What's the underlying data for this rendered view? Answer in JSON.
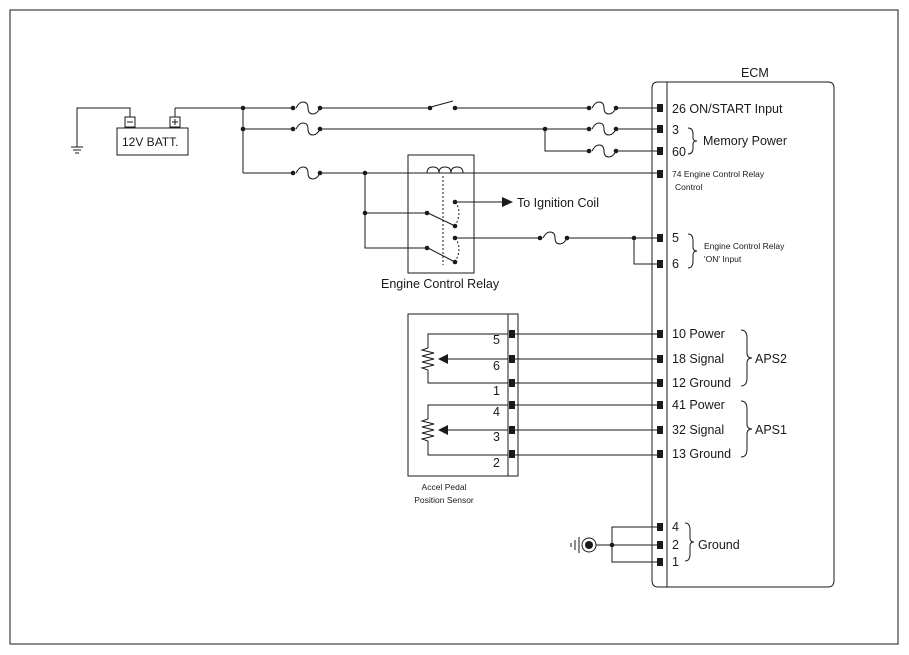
{
  "ecm": {
    "title": "ECM"
  },
  "battery": {
    "label": "12V BATT.",
    "neg": "−",
    "pos": "+"
  },
  "relay": {
    "label": "Engine Control Relay",
    "ignition": "To Ignition Coil"
  },
  "sensor": {
    "label_line1": "Accel Pedal",
    "label_line2": "Position Sensor",
    "pins": [
      "5",
      "6",
      "1",
      "4",
      "3",
      "2"
    ]
  },
  "pins": {
    "p26": "26 ON/START Input",
    "p3": "3",
    "p60": "60",
    "memory": "Memory Power",
    "p74_line1": "74 Engine Control Relay",
    "p74_line2": "Control",
    "p5": "5",
    "p6": "6",
    "on_line1": "Engine Control Relay",
    "on_line2": "'ON' Input",
    "p10": "10 Power",
    "p18": "18 Signal",
    "p12": "12 Ground",
    "aps2": "APS2",
    "p41": "41 Power",
    "p32": "32 Signal",
    "p13": "13 Ground",
    "aps1": "APS1",
    "g4": "4",
    "g2": "2",
    "g1": "1",
    "ground": "Ground"
  }
}
